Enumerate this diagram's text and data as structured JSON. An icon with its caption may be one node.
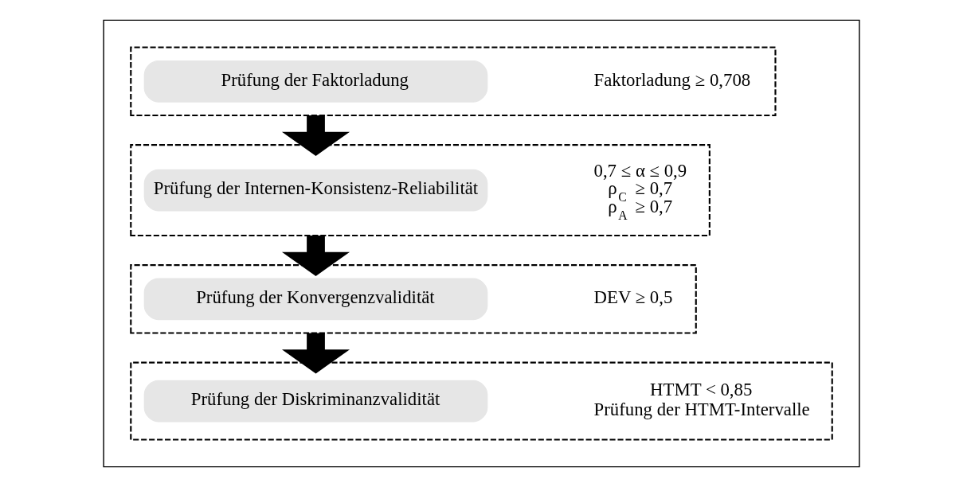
{
  "diagram": {
    "nodes": [
      {
        "text": [],
        "shape": "box"
      },
      {
        "text": [],
        "shape": "box",
        "in": 0
      },
      {
        "text": [
          "Prüfung der Faktorladung"
        ],
        "in": 1
      },
      {
        "text": [
          "Faktorladung ≥ 0,708"
        ],
        "in": 1
      },
      {
        "text": [],
        "shape": "box",
        "in": 0
      },
      {
        "text": [
          "Prüfung der Internen-Konsistenz-Reliabilität"
        ],
        "in": 4
      },
      {
        "text": [
          "0,7 ≤ α ≤ 0,9",
          "ρ$_{C}$ ≥ 0,7",
          "ρ$_{A}$ ≥ 0,7"
        ],
        "in": 4
      },
      {
        "text": [],
        "shape": "box",
        "in": 0
      },
      {
        "text": [
          "Prüfung der Konvergenzvalidität"
        ],
        "in": 7
      },
      {
        "text": [
          "DEV ≥ 0,5"
        ],
        "in": 7
      },
      {
        "text": [],
        "shape": "box",
        "in": 0
      },
      {
        "text": [
          "Prüfung der Diskriminanzvalidität"
        ],
        "in": 10
      },
      {
        "text": [
          "HTMT < 0,85",
          "Prüfung der HTMT-Intervalle"
        ],
        "in": 10
      }
    ],
    "edges": [
      {
        "from": 1,
        "to": 4,
        "arrow": "to"
      },
      {
        "from": 4,
        "to": 7,
        "arrow": "to"
      },
      {
        "from": 7,
        "to": 10,
        "arrow": "to"
      }
    ]
  }
}
